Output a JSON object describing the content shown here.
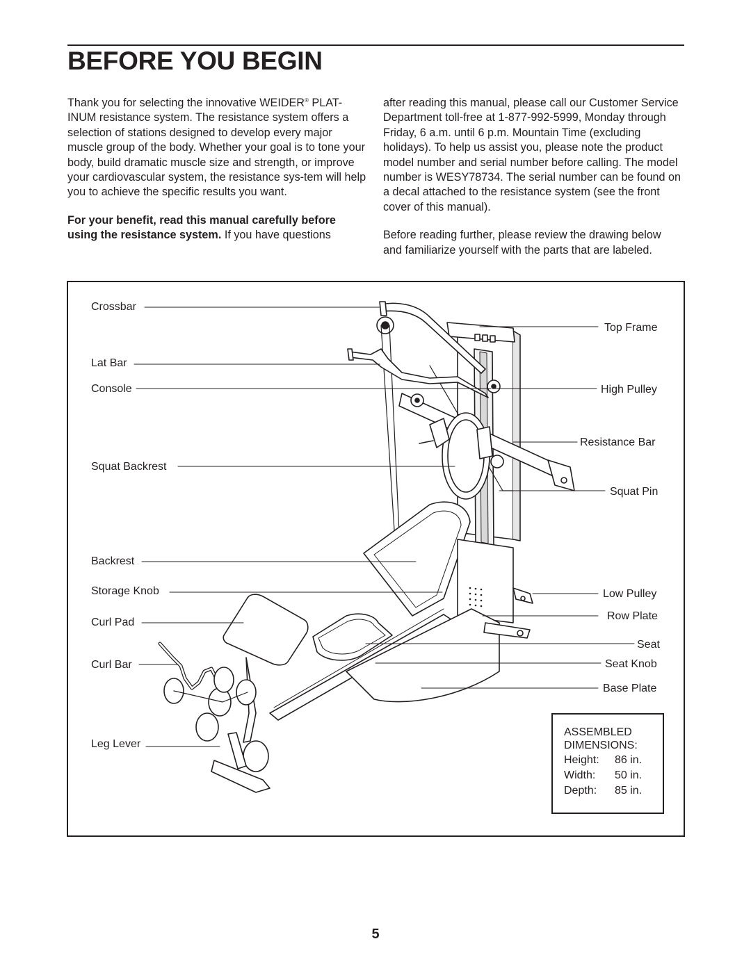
{
  "page": {
    "title": "BEFORE YOU BEGIN",
    "page_number": "5"
  },
  "intro": {
    "p1_before_mark": "Thank you for selecting the innovative WEIDER",
    "registered_mark": "®",
    "p1_after_mark": " PLAT-INUM resistance system. The resistance system offers a selection of stations designed to develop every major muscle group of the body. Whether your goal is to tone your body, build dramatic muscle size and strength, or improve your cardiovascular system, the resistance sys-tem will help you to achieve the specific results you want.",
    "p2_bold": "For your benefit, read this manual carefully before using the resistance system.",
    "p2_rest": " If you have questions",
    "p3": "after reading this manual, please call our Customer Service Department toll-free at 1-877-992-5999, Monday through Friday, 6 a.m. until 6 p.m. Mountain Time (excluding holidays). To help us assist you, please note the product model number and serial number before calling. The model number is WESY78734. The serial number can be found on a decal attached to the resistance system (see the front cover of this manual).",
    "p4": "Before reading further, please review the drawing below and familiarize yourself with the parts that are labeled."
  },
  "labels_left": {
    "crossbar": "Crossbar",
    "lat_bar": "Lat Bar",
    "console": "Console",
    "squat_backrest": "Squat Backrest",
    "backrest": "Backrest",
    "storage_knob": "Storage Knob",
    "curl_pad": "Curl Pad",
    "curl_bar": "Curl Bar",
    "leg_lever": "Leg Lever"
  },
  "labels_right": {
    "top_frame": "Top Frame",
    "high_pulley": "High Pulley",
    "resistance_bar": "Resistance Bar",
    "squat_pin": "Squat Pin",
    "low_pulley": "Low Pulley",
    "row_plate": "Row Plate",
    "seat": "Seat",
    "seat_knob": "Seat Knob",
    "base_plate": "Base Plate"
  },
  "dimensions": {
    "heading_line1": "ASSEMBLED",
    "heading_line2": "DIMENSIONS:",
    "height_label": "Height:",
    "height_value": "86 in.",
    "width_label": "Width:",
    "width_value": "50 in.",
    "depth_label": "Depth:",
    "depth_value": "85 in."
  }
}
